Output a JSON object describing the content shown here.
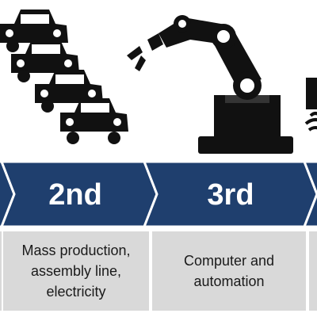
{
  "colors": {
    "chevron": "#1f3f6e",
    "chevron_border": "#ffffff",
    "description_box": "#d9d9d9",
    "icon": "#111111"
  },
  "stages": [
    {
      "label": "",
      "description": "",
      "icon": "partial-icon"
    },
    {
      "label": "2nd",
      "description": "Mass production, assembly line, electricity",
      "icon": "cars-assembly-line-icon"
    },
    {
      "label": "3rd",
      "description": "Computer and automation",
      "icon": "robot-arm-icon"
    },
    {
      "label": "",
      "description": "",
      "icon": "wifi-device-icon"
    }
  ]
}
